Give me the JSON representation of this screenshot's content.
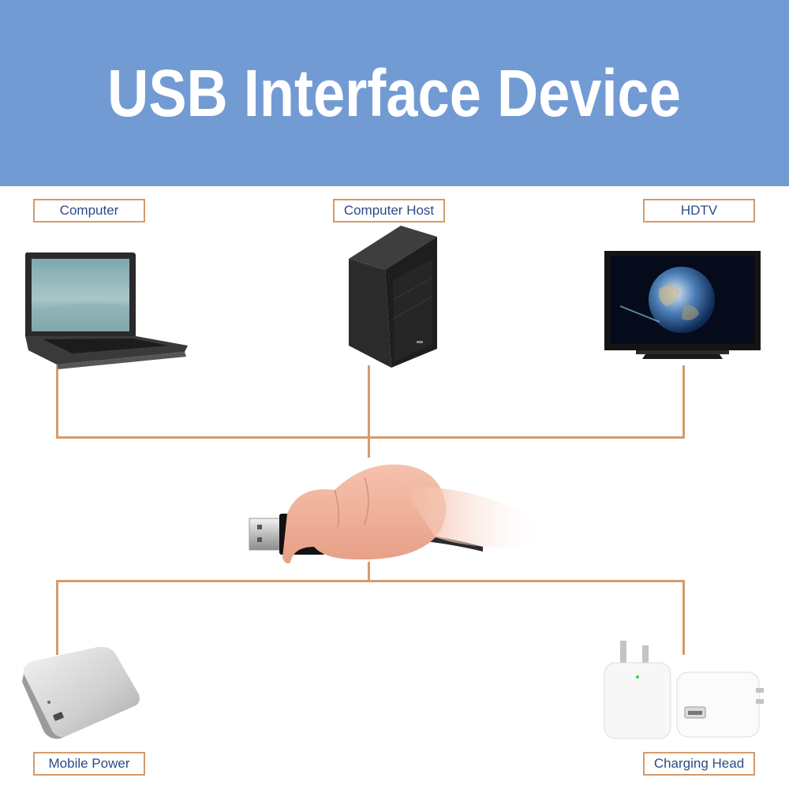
{
  "title": "USB Interface Device",
  "labels": {
    "computer": "Computer",
    "computer_host": "Computer Host",
    "hdtv": "HDTV",
    "mobile_power": "Mobile Power",
    "charging_head": "Charging Head"
  },
  "colors": {
    "banner": "#729bd3",
    "connector": "#d59b6c",
    "label_text": "#2c4a87"
  },
  "icons": [
    "laptop-icon",
    "desktop-tower-icon",
    "tv-icon",
    "usb-hand-icon",
    "power-bank-icon",
    "charger-icon"
  ]
}
